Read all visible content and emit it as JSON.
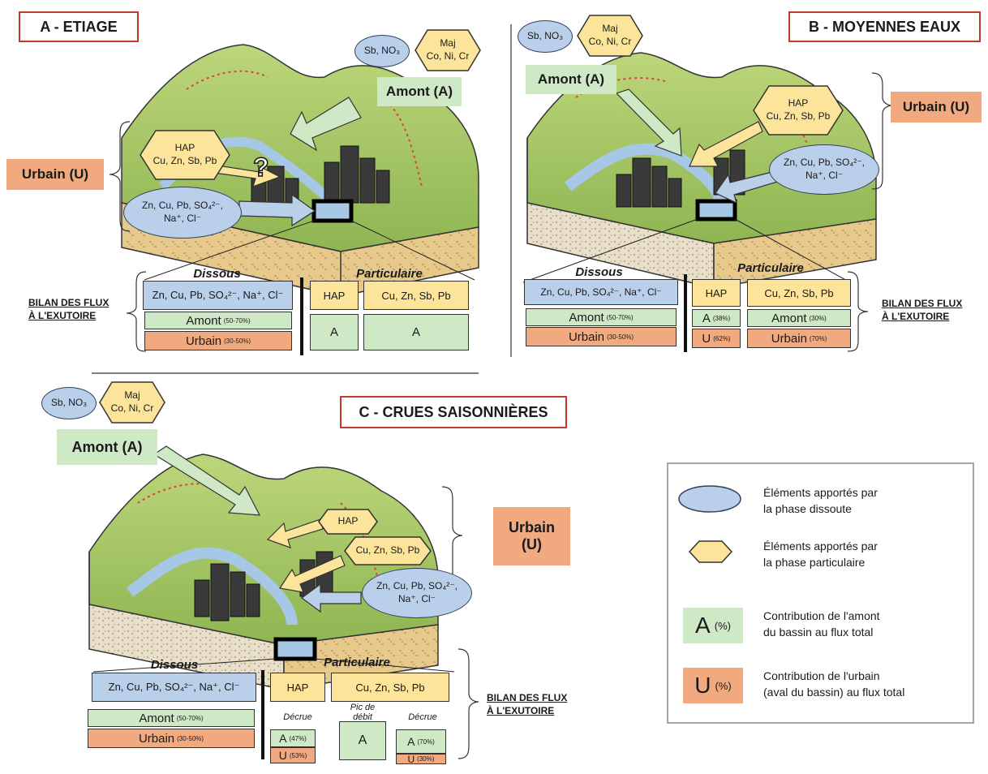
{
  "panels": {
    "a": {
      "title": "A - ETIAGE",
      "amont_label": "Amont (A)",
      "urbain_label": "Urbain (U)",
      "question_mark": "?",
      "ellipse_top": "Sb, NO₃",
      "hex_top": [
        "Maj",
        "Co, Ni, Cr"
      ],
      "hex_mid": [
        "HAP",
        "Cu, Zn, Sb, Pb"
      ],
      "ellipse_mid": [
        "Zn, Cu, Pb, SO₄²⁻,",
        "Na⁺, Cl⁻"
      ],
      "dissous_header": "Dissous",
      "particulaire_header": "Particulaire",
      "bilan": [
        "BILAN DES FLUX",
        "À L'EXUTOIRE"
      ],
      "dissous_cell": "Zn, Cu, Pb, SO₄²⁻, Na⁺, Cl⁻",
      "amont_row": "Amont",
      "amont_pct": "(50-70%)",
      "urbain_row": "Urbain",
      "urbain_pct": "(30-50%)",
      "hap": "HAP",
      "metals": "Cu, Zn, Sb, Pb",
      "hap_value": "A",
      "metals_value": "A"
    },
    "b": {
      "title": "B - MOYENNES EAUX",
      "amont_label": "Amont (A)",
      "urbain_label": "Urbain (U)",
      "ellipse_top": "Sb, NO₃",
      "hex_top": [
        "Maj",
        "Co, Ni, Cr"
      ],
      "hex_mid": [
        "HAP",
        "Cu, Zn, Sb, Pb"
      ],
      "ellipse_mid": [
        "Zn, Cu, Pb, SO₄²⁻,",
        "Na⁺, Cl⁻"
      ],
      "dissous_header": "Dissous",
      "particulaire_header": "Particulaire",
      "bilan": [
        "BILAN DES FLUX",
        "À L'EXUTOIRE"
      ],
      "dissous_cell": "Zn, Cu, Pb, SO₄²⁻, Na⁺, Cl⁻",
      "amont_row": "Amont",
      "amont_pct": "(50-70%)",
      "urbain_row": "Urbain",
      "urbain_pct": "(30-50%)",
      "hap": "HAP",
      "metals": "Cu, Zn, Sb, Pb",
      "hap_a": "A",
      "hap_a_pct": "(38%)",
      "hap_u": "U",
      "hap_u_pct": "(62%)",
      "met_a": "Amont",
      "met_a_pct": "(30%)",
      "met_u": "Urbain",
      "met_u_pct": "(70%)"
    },
    "c": {
      "title": "C - CRUES SAISONNIÈRES",
      "amont_label": "Amont (A)",
      "urbain_label": [
        "Urbain",
        "(U)"
      ],
      "ellipse_top": "Sb, NO₃",
      "hex_top": [
        "Maj",
        "Co, Ni, Cr"
      ],
      "hex_hap": "HAP",
      "hex_metals": "Cu, Zn, Sb, Pb",
      "ellipse_mid": [
        "Zn, Cu, Pb, SO₄²⁻,",
        "Na⁺, Cl⁻"
      ],
      "dissous_header": "Dissous",
      "particulaire_header": "Particulaire",
      "bilan": [
        "BILAN DES FLUX",
        "À L'EXUTOIRE"
      ],
      "dissous_cell": "Zn, Cu, Pb, SO₄²⁻, Na⁺, Cl⁻",
      "amont_row": "Amont",
      "amont_pct": "(50-70%)",
      "urbain_row": "Urbain",
      "urbain_pct": "(30-50%)",
      "hap": "HAP",
      "metals": "Cu, Zn, Sb, Pb",
      "decrue_left": "Décrue",
      "pic": [
        "Pic de",
        "débit"
      ],
      "decrue_right": "Décrue",
      "l_a": "A",
      "l_a_pct": "(47%)",
      "l_u": "U",
      "l_u_pct": "(53%)",
      "pic_value": "A",
      "r_a": "A",
      "r_a_pct": "(70%)",
      "r_u": "U",
      "r_u_pct": "(30%)"
    }
  },
  "legend": {
    "dissous": [
      "Éléments apportés par",
      "la phase dissoute"
    ],
    "particulaire": [
      "Éléments apportés par",
      "la phase particulaire"
    ],
    "amont_sym": "A",
    "amont_pct": "(%)",
    "amont_text": [
      "Contribution de l'amont",
      "du bassin au flux total"
    ],
    "urbain_sym": "U",
    "urbain_pct": "(%)",
    "urbain_text": [
      "Contribution de l'urbain",
      "(aval du bassin) au flux total"
    ]
  },
  "colors": {
    "dissous": "#b9cfea",
    "particulaire": "#fde49b",
    "amont": "#cfe8c6",
    "urbain": "#f1aa7f",
    "title_border": "#c0392b"
  }
}
